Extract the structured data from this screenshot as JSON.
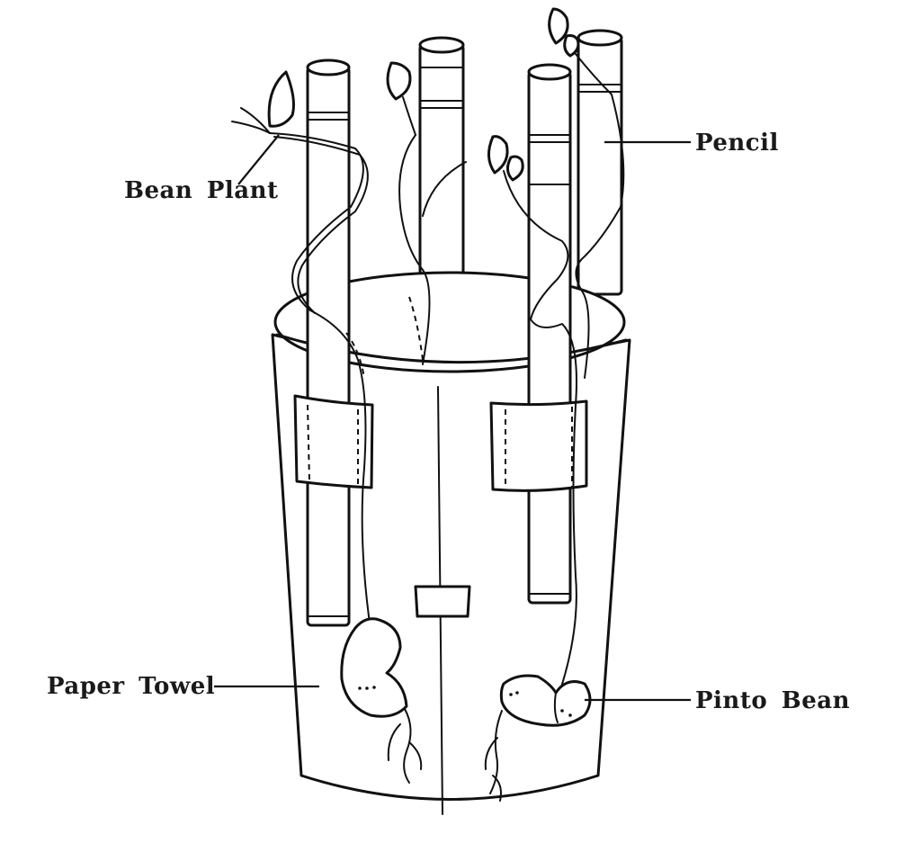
{
  "labels": {
    "pencil": "Pencil",
    "bean_plant": "Bean Plant",
    "paper_towel": "Paper Towel",
    "pinto_bean": "Pinto Bean"
  },
  "colors": {
    "ink": "#111111",
    "background": "#ffffff"
  }
}
